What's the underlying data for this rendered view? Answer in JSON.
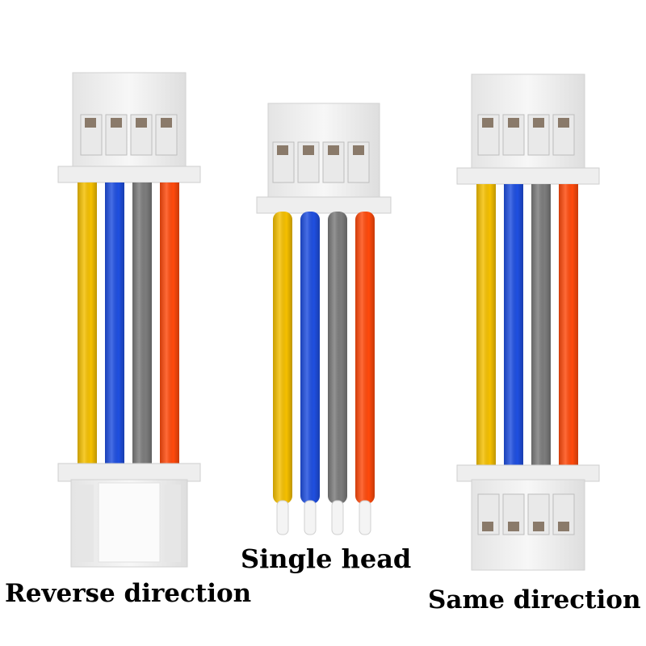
{
  "labels": {
    "reverse": "Reverse direction",
    "single": "Single head",
    "same": "Same direction"
  },
  "colors": {
    "wire_yellow": "#f5c000",
    "wire_blue": "#1f4fe0",
    "wire_gray": "#7c7c7c",
    "wire_orange": "#ff4a0c",
    "connector_body": "#f2f2f2",
    "pin_metal": "#8a7a6a",
    "tinned_tip": "#f4f4f4"
  },
  "cables": [
    {
      "id": "reverse",
      "pins": 4,
      "ends": [
        "connector-top",
        "connector-bottom-reversed"
      ]
    },
    {
      "id": "single",
      "pins": 4,
      "ends": [
        "connector-top",
        "tinned-tips"
      ]
    },
    {
      "id": "same",
      "pins": 4,
      "ends": [
        "connector-top",
        "connector-bottom-same"
      ]
    }
  ]
}
